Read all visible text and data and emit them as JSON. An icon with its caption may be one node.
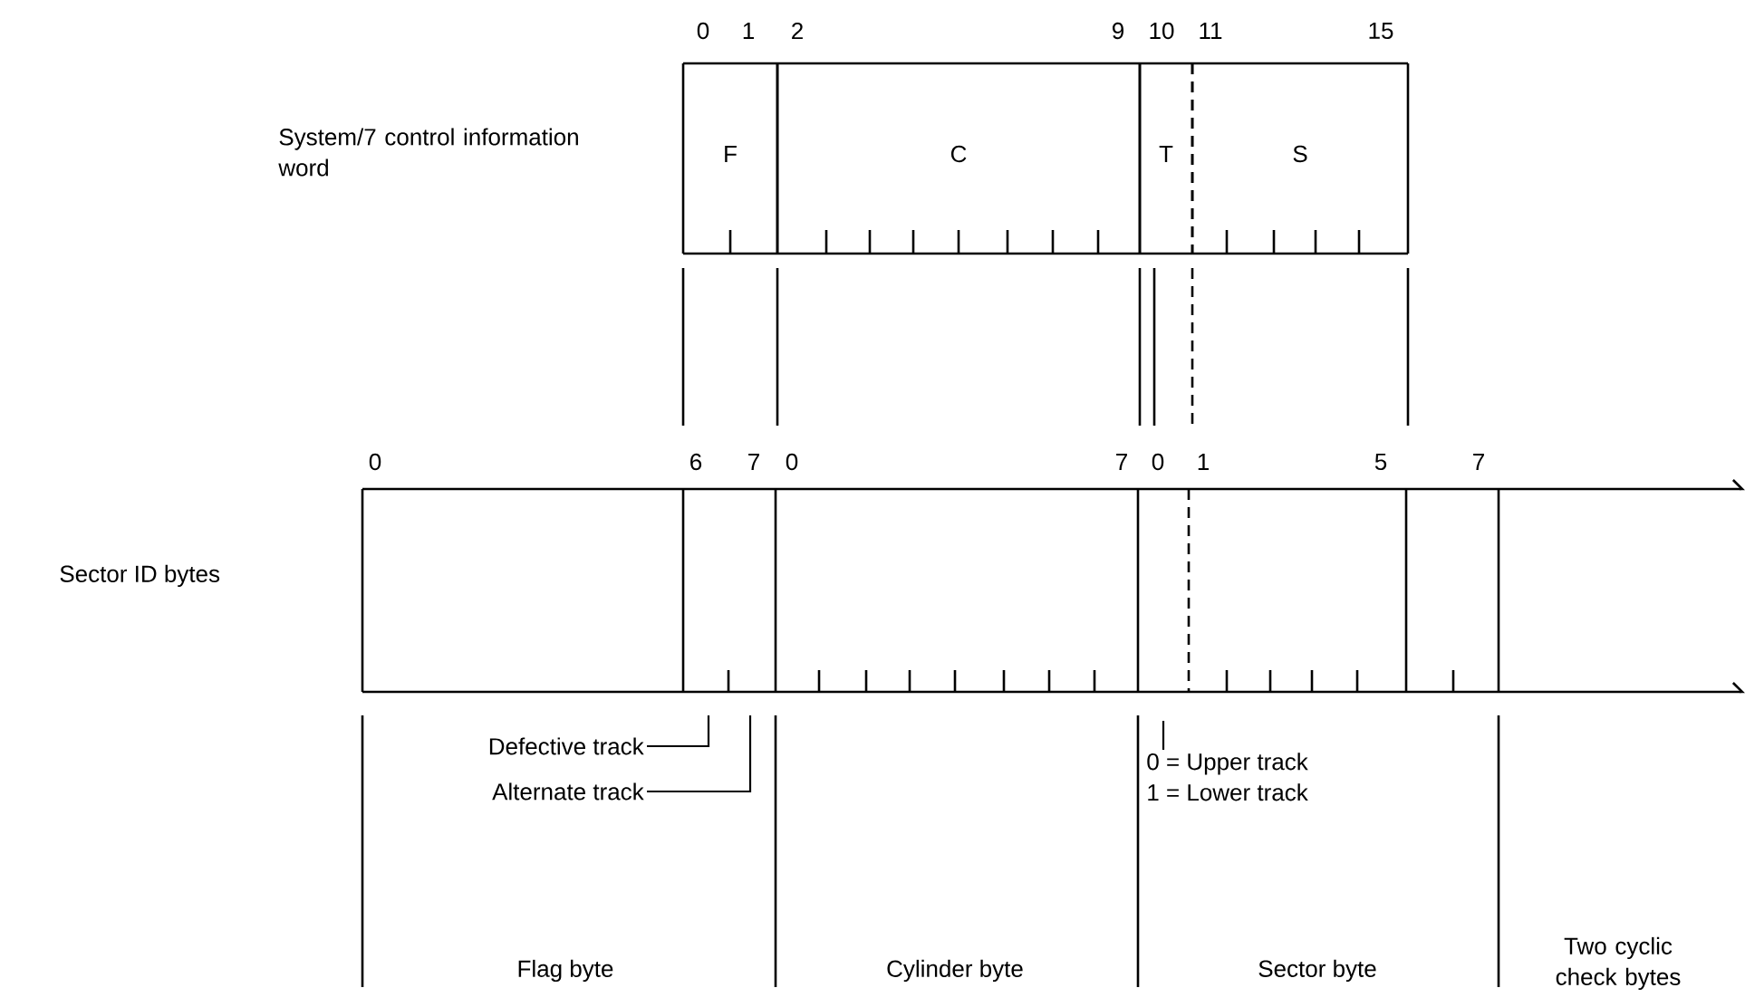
{
  "diagram": {
    "nodes": [
      {
        "text": [
          "F"
        ]
      },
      {
        "text": [
          "C"
        ]
      },
      {
        "text": [
          "T"
        ]
      },
      {
        "text": [
          "S"
        ]
      },
      {
        "text": [
          "Defective track"
        ]
      },
      {
        "text": [
          "Alternate track"
        ]
      },
      {
        "text": [
          "0 = Upper track",
          "1 = Lower track"
        ]
      }
    ],
    "edges": [
      {
        "from": 4,
        "to": null,
        "arrow": "none"
      },
      {
        "from": 5,
        "to": null,
        "arrow": "none"
      },
      {
        "from": 6,
        "to": null,
        "arrow": "none"
      }
    ],
    "labels": [
      "System/7 control information word",
      "0",
      "1",
      "2",
      "9",
      "10",
      "11",
      "15",
      "Sector ID bytes",
      "0",
      "6",
      "7",
      "0",
      "7",
      "0",
      "1",
      "5",
      "7",
      "Flag byte",
      "Cylinder byte",
      "Sector byte",
      "Two cyclic check bytes"
    ]
  }
}
